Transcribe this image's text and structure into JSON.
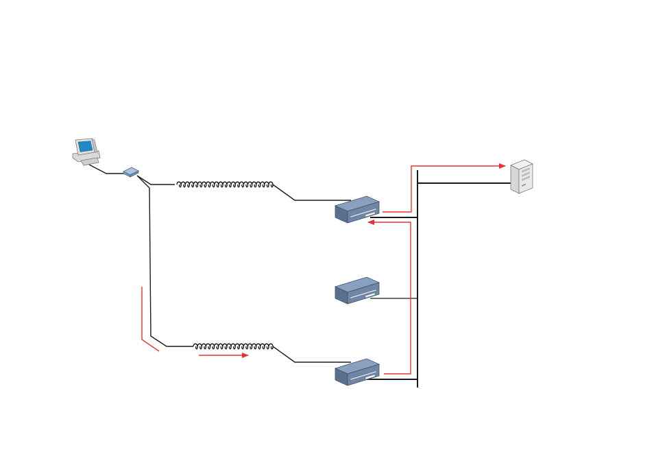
{
  "diagram": {
    "colors": {
      "background": "#ffffff",
      "wire": "#1a1a1a",
      "flow_arrow": "#e8322f",
      "device_body": "#6f86a6",
      "device_face": "#8aa0bf",
      "server_body": "#e6e6e6",
      "monitor_screen": "#1e88c8"
    },
    "nodes": [
      {
        "id": "workstation",
        "icon": "desktop-computer-icon"
      },
      {
        "id": "modem",
        "icon": "modem-icon"
      },
      {
        "id": "router-top",
        "icon": "rack-router-icon"
      },
      {
        "id": "router-middle",
        "icon": "rack-router-icon"
      },
      {
        "id": "router-bottom",
        "icon": "rack-router-icon"
      },
      {
        "id": "server",
        "icon": "tower-server-icon"
      }
    ],
    "links": [
      {
        "from": "workstation",
        "to": "modem",
        "kind": "cable"
      },
      {
        "from": "modem",
        "to": "router-top",
        "kind": "coiled-line"
      },
      {
        "from": "modem",
        "to": "router-bottom",
        "kind": "coiled-line"
      },
      {
        "from": "router-top",
        "to": "backbone",
        "kind": "cable"
      },
      {
        "from": "router-middle",
        "to": "backbone",
        "kind": "cable"
      },
      {
        "from": "router-bottom",
        "to": "backbone",
        "kind": "cable"
      },
      {
        "from": "backbone",
        "to": "server",
        "kind": "cable"
      }
    ],
    "flows": [
      {
        "id": "flow-modem-descent",
        "direction": "down"
      },
      {
        "id": "flow-bottom-line",
        "direction": "right"
      },
      {
        "id": "flow-bottom-to-top-router",
        "direction": "up-left"
      },
      {
        "id": "flow-top-router-to-server",
        "direction": "up-right"
      }
    ]
  }
}
